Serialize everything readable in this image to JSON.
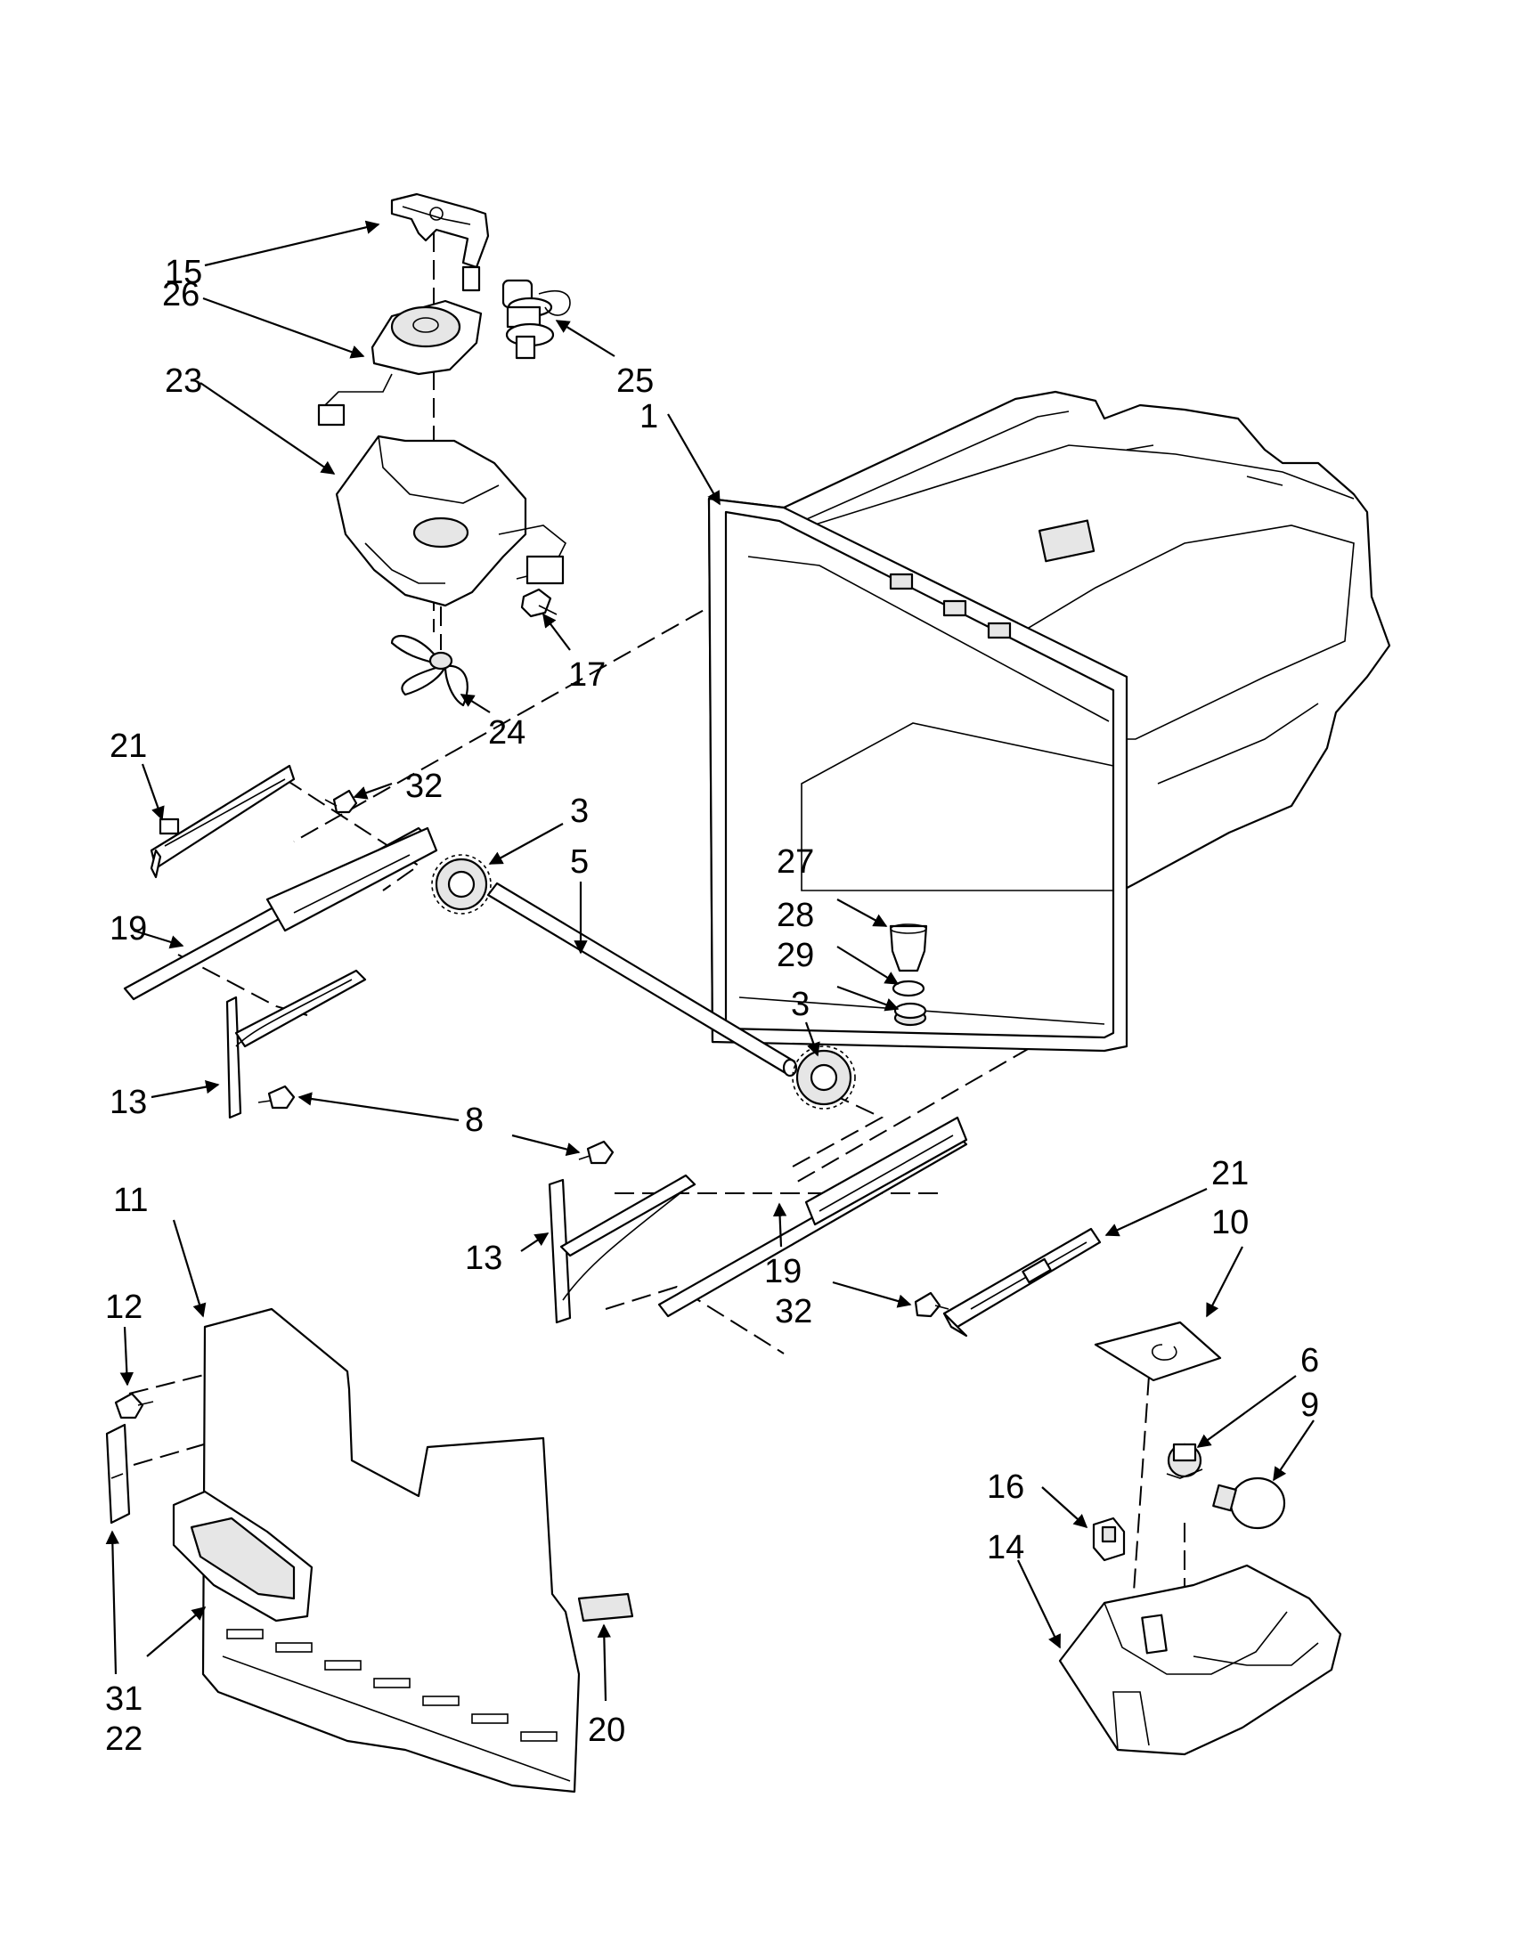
{
  "diagram": {
    "callouts": [
      {
        "id": "c15",
        "label": "15"
      },
      {
        "id": "c26",
        "label": "26"
      },
      {
        "id": "c23",
        "label": "23"
      },
      {
        "id": "c25",
        "label": "25"
      },
      {
        "id": "c1",
        "label": "1"
      },
      {
        "id": "c17",
        "label": "17"
      },
      {
        "id": "c24",
        "label": "24"
      },
      {
        "id": "c21a",
        "label": "21"
      },
      {
        "id": "c32a",
        "label": "32"
      },
      {
        "id": "c3a",
        "label": "3"
      },
      {
        "id": "c5",
        "label": "5"
      },
      {
        "id": "c19a",
        "label": "19"
      },
      {
        "id": "c27",
        "label": "27"
      },
      {
        "id": "c28",
        "label": "28"
      },
      {
        "id": "c29",
        "label": "29"
      },
      {
        "id": "c3b",
        "label": "3"
      },
      {
        "id": "c13a",
        "label": "13"
      },
      {
        "id": "c8",
        "label": "8"
      },
      {
        "id": "c11",
        "label": "11"
      },
      {
        "id": "c13b",
        "label": "13"
      },
      {
        "id": "c21b",
        "label": "21"
      },
      {
        "id": "c10",
        "label": "10"
      },
      {
        "id": "c12",
        "label": "12"
      },
      {
        "id": "c19b",
        "label": "19"
      },
      {
        "id": "c32b",
        "label": "32"
      },
      {
        "id": "c6",
        "label": "6"
      },
      {
        "id": "c9",
        "label": "9"
      },
      {
        "id": "c16",
        "label": "16"
      },
      {
        "id": "c14",
        "label": "14"
      },
      {
        "id": "c31",
        "label": "31"
      },
      {
        "id": "c22",
        "label": "22"
      },
      {
        "id": "c20",
        "label": "20"
      }
    ]
  }
}
